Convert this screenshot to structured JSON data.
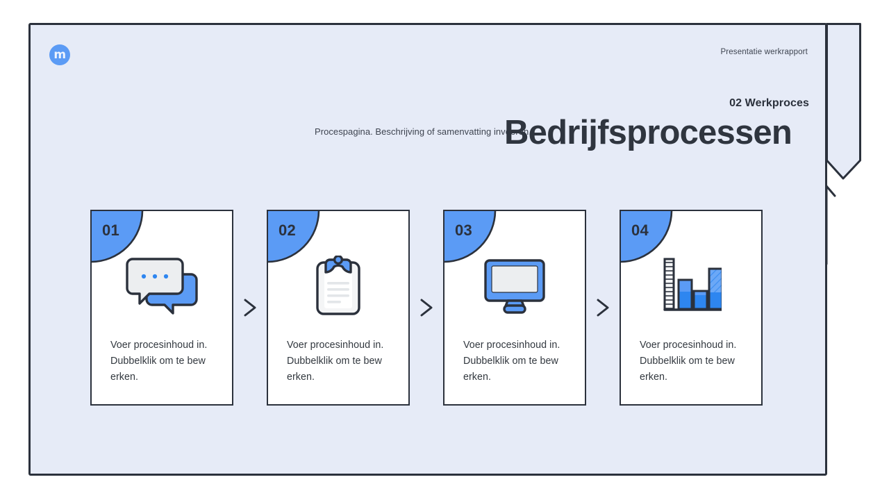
{
  "header": {
    "logo_glyph": "m",
    "logo_icon": "circle-m-logo",
    "eyebrow": "Presentatie werkrapport",
    "kicker": "02 Werkproces",
    "subtitle": "Procespagina. Beschrijving of samenvatting invoeren.",
    "title": "Bedrijfsprocessen"
  },
  "cards": [
    {
      "number": "01",
      "icon": "chat-bubbles-icon",
      "text": "Voer procesinhoud in. Dubbelklik om te bew erken."
    },
    {
      "number": "02",
      "icon": "clipboard-icon",
      "text": "Voer procesinhoud in. Dubbelklik om te bew erken."
    },
    {
      "number": "03",
      "icon": "monitor-icon",
      "text": "Voer procesinhoud in. Dubbelklik om te bew erken."
    },
    {
      "number": "04",
      "icon": "bar-chart-icon",
      "text": "Voer procesinhoud in. Dubbelklik om te bew erken."
    }
  ],
  "connectors": [
    {
      "icon": "chevron-right-arrow"
    },
    {
      "icon": "chevron-right-arrow"
    },
    {
      "icon": "chevron-right-arrow"
    }
  ],
  "decor": {
    "ribbon": "bookmark-ribbon-shape",
    "up_arrow": "up-arrow-icon"
  },
  "colors": {
    "accent_blue": "#5b9bf5",
    "accent_blue_dark": "#2e86f0",
    "ink": "#2b313c",
    "panel_bg": "#e6ebf7",
    "card_bg": "#ffffff",
    "icon_gray": "#eceef0"
  }
}
